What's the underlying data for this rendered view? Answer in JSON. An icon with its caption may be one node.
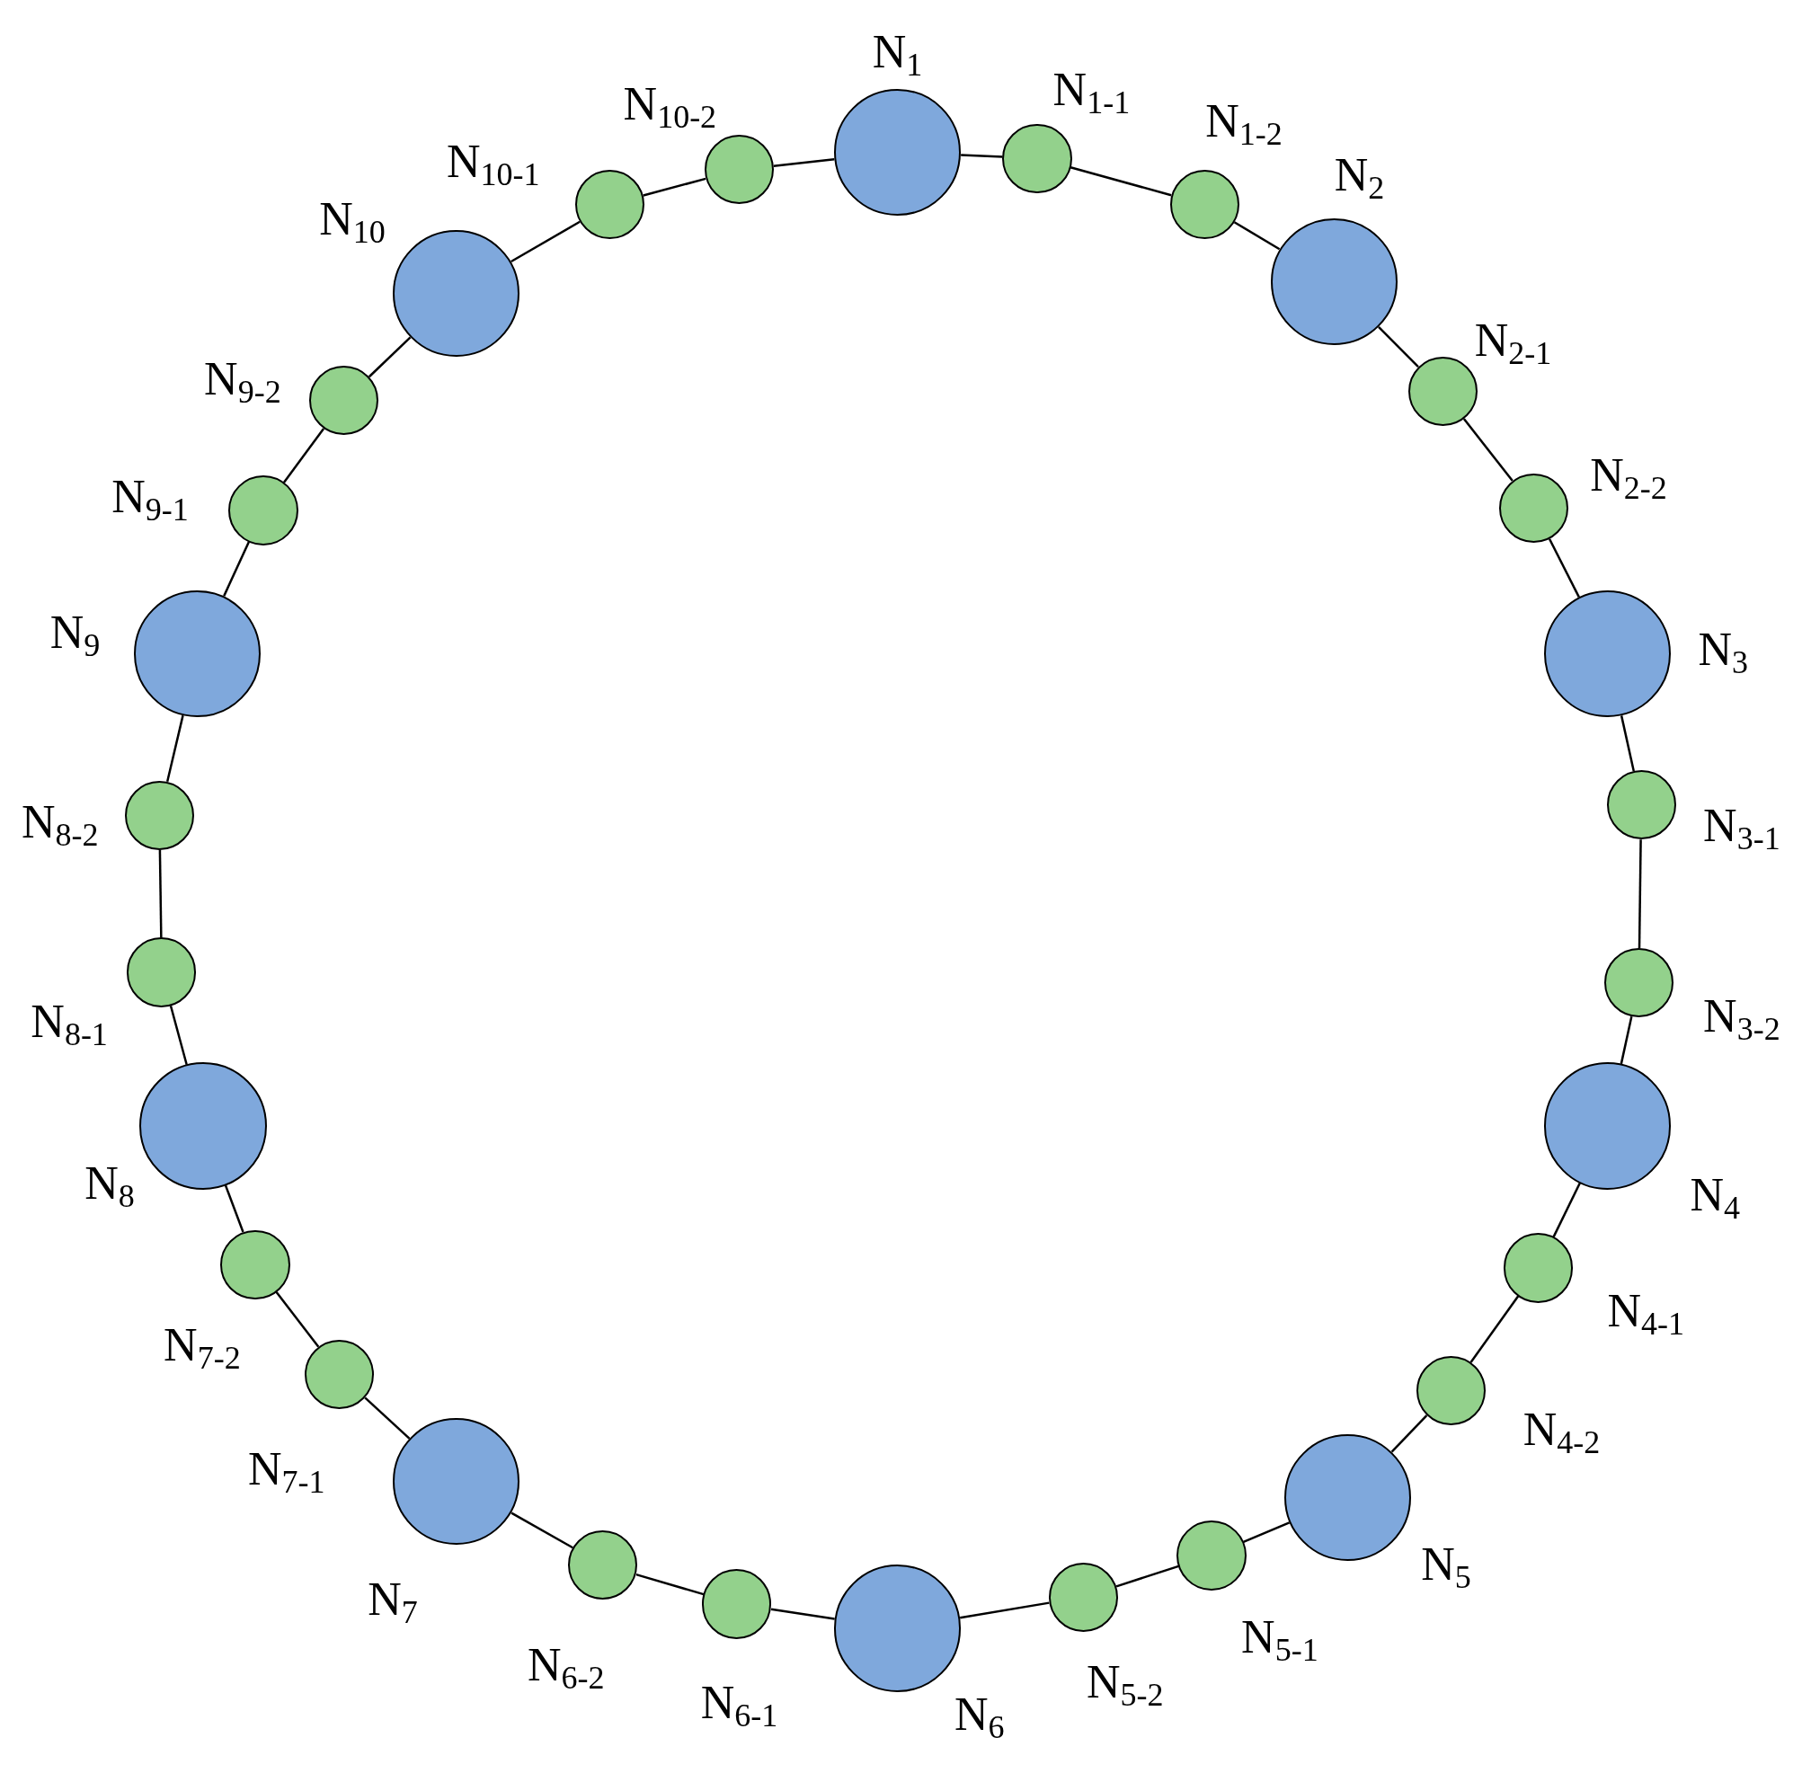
{
  "diagram": {
    "nodes": [
      {
        "text": [],
        "shape": "circle",
        "beside": [
          "N$_{1}$"
        ]
      },
      {
        "text": [],
        "shape": "circle",
        "beside": [
          "N$_{1-1}$"
        ]
      },
      {
        "text": [],
        "shape": "circle",
        "beside": [
          "N$_{1-2}$"
        ]
      },
      {
        "text": [],
        "shape": "circle",
        "beside": [
          "N$_{2}$"
        ]
      },
      {
        "text": [],
        "shape": "circle",
        "beside": [
          "N$_{2-1}$"
        ]
      },
      {
        "text": [],
        "shape": "circle",
        "beside": [
          "N$_{2-2}$"
        ]
      },
      {
        "text": [],
        "shape": "circle",
        "beside": [
          "N$_{3}$"
        ]
      },
      {
        "text": [],
        "shape": "circle",
        "beside": [
          "N$_{3-1}$"
        ]
      },
      {
        "text": [],
        "shape": "circle",
        "beside": [
          "N$_{3-2}$"
        ]
      },
      {
        "text": [],
        "shape": "circle",
        "beside": [
          "N$_{4}$"
        ]
      },
      {
        "text": [],
        "shape": "circle",
        "beside": [
          "N$_{4-1}$"
        ]
      },
      {
        "text": [],
        "shape": "circle",
        "beside": [
          "N$_{4-2}$"
        ]
      },
      {
        "text": [],
        "shape": "circle",
        "beside": [
          "N$_{5}$"
        ]
      },
      {
        "text": [],
        "shape": "circle",
        "beside": [
          "N$_{5-1}$"
        ]
      },
      {
        "text": [],
        "shape": "circle",
        "beside": [
          "N$_{5-2}$"
        ]
      },
      {
        "text": [],
        "shape": "circle",
        "beside": [
          "N$_{6}$"
        ]
      },
      {
        "text": [],
        "shape": "circle",
        "beside": [
          "N$_{6-1}$"
        ]
      },
      {
        "text": [],
        "shape": "circle",
        "beside": [
          "N$_{6-2}$"
        ]
      },
      {
        "text": [],
        "shape": "circle",
        "beside": [
          "N$_{7}$"
        ]
      },
      {
        "text": [],
        "shape": "circle",
        "beside": [
          "N$_{7-1}$"
        ]
      },
      {
        "text": [],
        "shape": "circle",
        "beside": [
          "N$_{7-2}$"
        ]
      },
      {
        "text": [],
        "shape": "circle",
        "beside": [
          "N$_{8}$"
        ]
      },
      {
        "text": [],
        "shape": "circle",
        "beside": [
          "N$_{8-1}$"
        ]
      },
      {
        "text": [],
        "shape": "circle",
        "beside": [
          "N$_{8-2}$"
        ]
      },
      {
        "text": [],
        "shape": "circle",
        "beside": [
          "N$_{9}$"
        ]
      },
      {
        "text": [],
        "shape": "circle",
        "beside": [
          "N$_{9-1}$"
        ]
      },
      {
        "text": [],
        "shape": "circle",
        "beside": [
          "N$_{9-2}$"
        ]
      },
      {
        "text": [],
        "shape": "circle",
        "beside": [
          "N$_{10}$"
        ]
      },
      {
        "text": [],
        "shape": "circle",
        "beside": [
          "N$_{10-1}$"
        ]
      },
      {
        "text": [],
        "shape": "circle",
        "beside": [
          "N$_{10-2}$"
        ]
      }
    ],
    "edges": [
      {
        "from": 0,
        "to": 1,
        "arrow": "none"
      },
      {
        "from": 1,
        "to": 2,
        "arrow": "none"
      },
      {
        "from": 2,
        "to": 3,
        "arrow": "none"
      },
      {
        "from": 3,
        "to": 4,
        "arrow": "none"
      },
      {
        "from": 4,
        "to": 5,
        "arrow": "none"
      },
      {
        "from": 5,
        "to": 6,
        "arrow": "none"
      },
      {
        "from": 6,
        "to": 7,
        "arrow": "none"
      },
      {
        "from": 7,
        "to": 8,
        "arrow": "none"
      },
      {
        "from": 8,
        "to": 9,
        "arrow": "none"
      },
      {
        "from": 9,
        "to": 10,
        "arrow": "none"
      },
      {
        "from": 10,
        "to": 11,
        "arrow": "none"
      },
      {
        "from": 11,
        "to": 12,
        "arrow": "none"
      },
      {
        "from": 12,
        "to": 13,
        "arrow": "none"
      },
      {
        "from": 13,
        "to": 14,
        "arrow": "none"
      },
      {
        "from": 14,
        "to": 15,
        "arrow": "none"
      },
      {
        "from": 15,
        "to": 16,
        "arrow": "none"
      },
      {
        "from": 16,
        "to": 17,
        "arrow": "none"
      },
      {
        "from": 17,
        "to": 18,
        "arrow": "none"
      },
      {
        "from": 18,
        "to": 19,
        "arrow": "none"
      },
      {
        "from": 19,
        "to": 20,
        "arrow": "none"
      },
      {
        "from": 20,
        "to": 21,
        "arrow": "none"
      },
      {
        "from": 21,
        "to": 22,
        "arrow": "none"
      },
      {
        "from": 22,
        "to": 23,
        "arrow": "none"
      },
      {
        "from": 23,
        "to": 24,
        "arrow": "none"
      },
      {
        "from": 24,
        "to": 25,
        "arrow": "none"
      },
      {
        "from": 25,
        "to": 26,
        "arrow": "none"
      },
      {
        "from": 26,
        "to": 27,
        "arrow": "none"
      },
      {
        "from": 27,
        "to": 28,
        "arrow": "none"
      },
      {
        "from": 28,
        "to": 29,
        "arrow": "none"
      },
      {
        "from": 29,
        "to": 0,
        "arrow": "none"
      }
    ]
  }
}
